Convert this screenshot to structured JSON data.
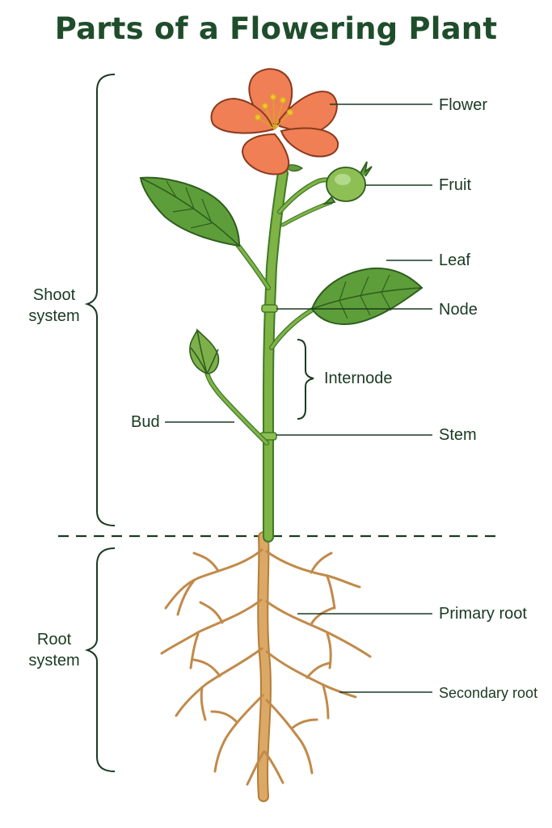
{
  "title": "Parts of a Flowering Plant",
  "colors": {
    "title": "#1f4d2b",
    "label_text": "#1a3a22",
    "stem": "#6fa63a",
    "leaf": "#5e9e3a",
    "petal": "#f07f55",
    "root": "#d8a45f",
    "soil_line": "#1a3a22"
  },
  "groups": {
    "shoot": {
      "line1": "Shoot",
      "line2": "system"
    },
    "root": {
      "line1": "Root",
      "line2": "system"
    }
  },
  "labels": {
    "flower": "Flower",
    "fruit": "Fruit",
    "leaf": "Leaf",
    "node": "Node",
    "internode": "Internode",
    "bud": "Bud",
    "stem": "Stem",
    "primary_root": "Primary root",
    "secondary_root": "Secondary root"
  }
}
